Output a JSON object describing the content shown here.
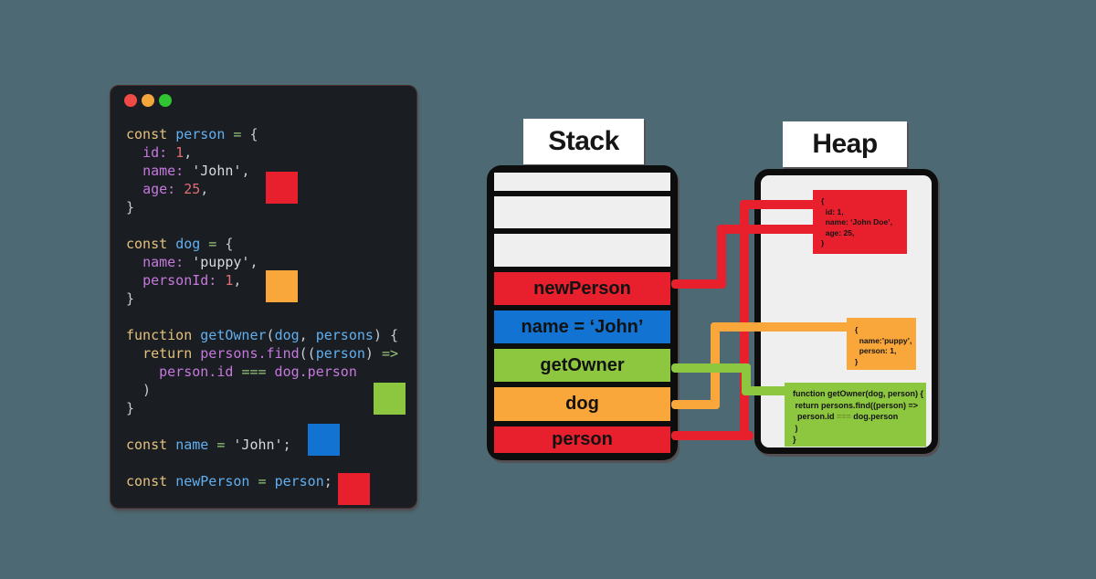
{
  "colors": {
    "background": "#4d6973",
    "red": "#e8202d",
    "blue": "#1273d2",
    "green": "#8dc63f",
    "orange": "#f9a73b",
    "gray_row": "#efefef",
    "black": "#0d0d0d",
    "traffic_close": "#ef4a45",
    "traffic_minimize": "#f2a63c",
    "traffic_zoom": "#32c533"
  },
  "code_window": {
    "traffic_lights": [
      "close",
      "minimize",
      "zoom"
    ],
    "lines": [
      [
        [
          "kw",
          "const "
        ],
        [
          "id",
          "person"
        ],
        [
          "op",
          " = "
        ],
        [
          "pu",
          "{"
        ]
      ],
      [
        [
          "pu",
          "  "
        ],
        [
          "pr",
          "id:"
        ],
        [
          "nu",
          " 1"
        ],
        [
          "pu",
          ","
        ]
      ],
      [
        [
          "pu",
          "  "
        ],
        [
          "pr",
          "name:"
        ],
        [
          "st",
          " 'John'"
        ],
        [
          "pu",
          ","
        ]
      ],
      [
        [
          "pu",
          "  "
        ],
        [
          "pr",
          "age:"
        ],
        [
          "nu",
          " 25"
        ],
        [
          "pu",
          ","
        ]
      ],
      [
        [
          "pu",
          "}"
        ]
      ],
      [],
      [
        [
          "kw",
          "const "
        ],
        [
          "id",
          "dog"
        ],
        [
          "op",
          " = "
        ],
        [
          "pu",
          "{"
        ]
      ],
      [
        [
          "pu",
          "  "
        ],
        [
          "pr",
          "name:"
        ],
        [
          "st",
          " 'puppy'"
        ],
        [
          "pu",
          ","
        ]
      ],
      [
        [
          "pu",
          "  "
        ],
        [
          "pr",
          "personId:"
        ],
        [
          "nu",
          " 1"
        ],
        [
          "pu",
          ","
        ]
      ],
      [
        [
          "pu",
          "}"
        ]
      ],
      [],
      [
        [
          "kw",
          "function "
        ],
        [
          "id",
          "getOwner"
        ],
        [
          "pu",
          "("
        ],
        [
          "id",
          "dog"
        ],
        [
          "pu",
          ", "
        ],
        [
          "id",
          "persons"
        ],
        [
          "pu",
          ") {"
        ]
      ],
      [
        [
          "pu",
          "  "
        ],
        [
          "kw",
          "return "
        ],
        [
          "pr",
          "persons.find"
        ],
        [
          "pu",
          "(("
        ],
        [
          "id",
          "person"
        ],
        [
          "pu",
          ") "
        ],
        [
          "op",
          "=>"
        ]
      ],
      [
        [
          "pu",
          "    "
        ],
        [
          "pr",
          "person.id "
        ],
        [
          "op",
          "==="
        ],
        [
          "pr",
          " dog.person"
        ]
      ],
      [
        [
          "pu",
          "  )"
        ]
      ],
      [
        [
          "pu",
          "}"
        ]
      ],
      [],
      [
        [
          "kw",
          "const "
        ],
        [
          "id",
          "name"
        ],
        [
          "op",
          " = "
        ],
        [
          "st",
          "'John'"
        ],
        [
          "pu",
          ";"
        ]
      ],
      [],
      [
        [
          "kw",
          "const "
        ],
        [
          "id",
          "newPerson"
        ],
        [
          "op",
          " = "
        ],
        [
          "id",
          "person"
        ],
        [
          "pu",
          ";"
        ]
      ]
    ],
    "squares": [
      {
        "name": "person-object-marker",
        "color": "red"
      },
      {
        "name": "dog-object-marker",
        "color": "orange"
      },
      {
        "name": "getowner-function-marker",
        "color": "green"
      },
      {
        "name": "name-primitive-marker",
        "color": "blue"
      },
      {
        "name": "newperson-reference-marker",
        "color": "red"
      }
    ]
  },
  "stack": {
    "title": "Stack",
    "rows": [
      {
        "label": "",
        "color": "gray_row"
      },
      {
        "label": "",
        "color": "gray_row"
      },
      {
        "label": "",
        "color": "gray_row"
      },
      {
        "label": "newPerson",
        "color": "red"
      },
      {
        "label": "name = ‘John’",
        "color": "blue"
      },
      {
        "label": "getOwner",
        "color": "green"
      },
      {
        "label": "dog",
        "color": "orange"
      },
      {
        "label": "person",
        "color": "red"
      }
    ]
  },
  "heap": {
    "title": "Heap",
    "boxes": [
      {
        "name": "person-object",
        "color": "red",
        "lines": [
          [
            [
              "t",
              "{"
            ]
          ],
          [
            [
              "t",
              "  id: 1,"
            ]
          ],
          [
            [
              "t",
              "  name: ‘John Doe’,"
            ]
          ],
          [
            [
              "t",
              "  age: 25,"
            ]
          ],
          [
            [
              "t",
              "}"
            ]
          ]
        ]
      },
      {
        "name": "dog-object",
        "color": "orange",
        "lines": [
          [
            [
              "t",
              "{"
            ]
          ],
          [
            [
              "t",
              "  name:’puppy’,"
            ]
          ],
          [
            [
              "t",
              "  person: 1,"
            ]
          ],
          [
            [
              "t",
              "}"
            ]
          ]
        ]
      },
      {
        "name": "getowner-function",
        "color": "green",
        "lines": [
          [
            [
              "t",
              "function getOwner(dog, person) {"
            ]
          ],
          [
            [
              "t",
              " return persons.find((person) =>"
            ]
          ],
          [
            [
              "t",
              "  person.id "
            ],
            [
              "eq",
              "==="
            ],
            [
              "t",
              " dog.person"
            ]
          ],
          [
            [
              "t",
              " )"
            ]
          ],
          [
            [
              "t",
              "}"
            ]
          ]
        ]
      }
    ]
  },
  "connectors": [
    {
      "from": "person",
      "to": "person-object",
      "color": "red"
    },
    {
      "from": "newPerson",
      "to": "person-object",
      "color": "red"
    },
    {
      "from": "dog",
      "to": "dog-object",
      "color": "orange"
    },
    {
      "from": "getOwner",
      "to": "getowner-function",
      "color": "green"
    }
  ]
}
